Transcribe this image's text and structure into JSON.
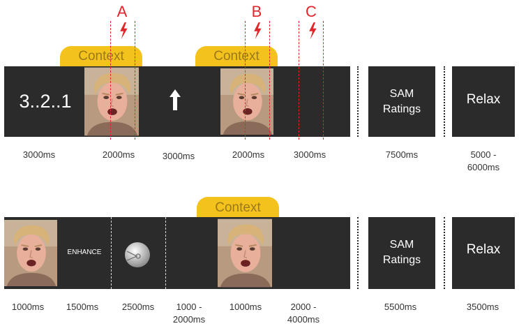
{
  "row1": {
    "countdown": "3..2..1",
    "context_label_1": "Context",
    "context_label_2": "Context",
    "markers": [
      "A",
      "B",
      "C"
    ],
    "sam_label": "SAM Ratings",
    "relax_label": "Relax",
    "durations": [
      "3000ms",
      "2000ms",
      "3000ms",
      "2000ms",
      "3000ms",
      "7500ms",
      "5000 - 6000ms"
    ]
  },
  "row2": {
    "enhance_label": "ENHANCE",
    "context_label": "Context",
    "sam_label": "SAM Ratings",
    "relax_label": "Relax",
    "durations": [
      "1000ms",
      "1500ms",
      "2500ms",
      "1000 - 2000ms",
      "1000ms",
      "2000 - 4000ms",
      "5500ms",
      "3500ms"
    ]
  },
  "colors": {
    "bar": "#2b2b2b",
    "context": "#f4c21c",
    "marker": "#e0262b"
  }
}
